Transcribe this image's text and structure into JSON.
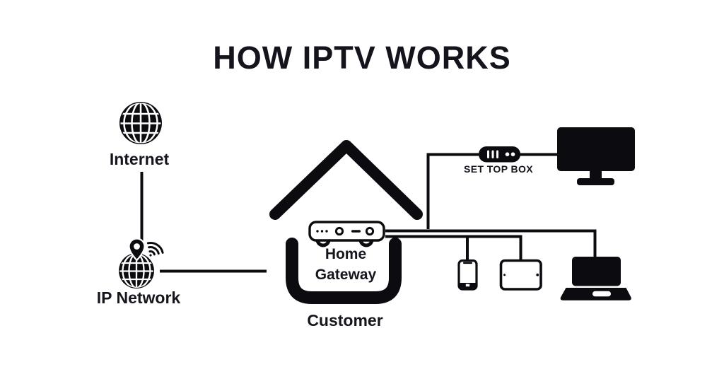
{
  "title": "HOW IPTV WORKS",
  "diagram": {
    "internet": {
      "label": "Internet"
    },
    "ip_network": {
      "label": "IP Network"
    },
    "home_gateway": {
      "label_line1": "Home",
      "label_line2": "Gateway"
    },
    "customer": {
      "label": "Customer"
    },
    "set_top_box": {
      "label": "SET TOP BOX"
    }
  },
  "colors": {
    "ink": "#0b0b10",
    "text": "#15151e",
    "background": "#ffffff"
  },
  "connections": [
    "Internet → IP Network",
    "IP Network → Home Gateway",
    "Home Gateway → Set Top Box → TV",
    "Home Gateway → Smartphone",
    "Home Gateway → Tablet",
    "Home Gateway → Laptop"
  ]
}
